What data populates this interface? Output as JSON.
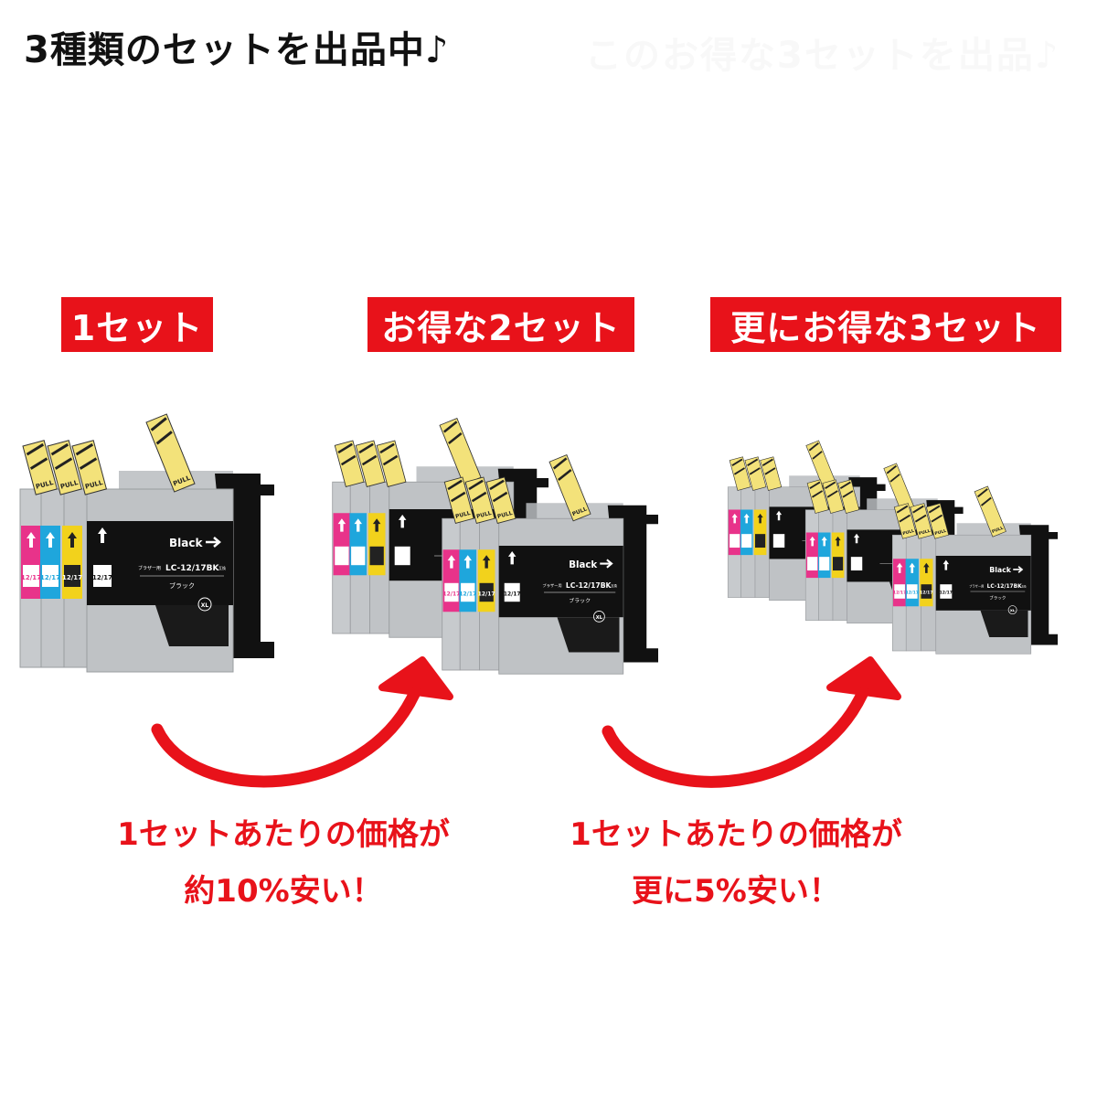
{
  "headline": "3種類のセットを出品中♪",
  "faint_headline": "このお得な3セットを出品♪",
  "badges": [
    "1セット",
    "お得な2セット",
    "更にお得な3セット"
  ],
  "captions": [
    {
      "line1": "1セットあたりの価格が",
      "line2": "約10%安い！"
    },
    {
      "line1": "1セットあたりの価格が",
      "line2": "更に5%安い！"
    }
  ],
  "product": {
    "color_word": "Black",
    "model": "LC-12/17BK",
    "maker_prefix": "ブラザー用",
    "compat": "互換",
    "katakana": "ブラック",
    "size": "XL",
    "number": "12/17",
    "tape": "PULL"
  },
  "colors": {
    "accent_red": "#e8121a",
    "magenta": "#e8338a",
    "cyan": "#1fa6dc",
    "yellow": "#f2d21c",
    "tape": "#f3e27a"
  }
}
